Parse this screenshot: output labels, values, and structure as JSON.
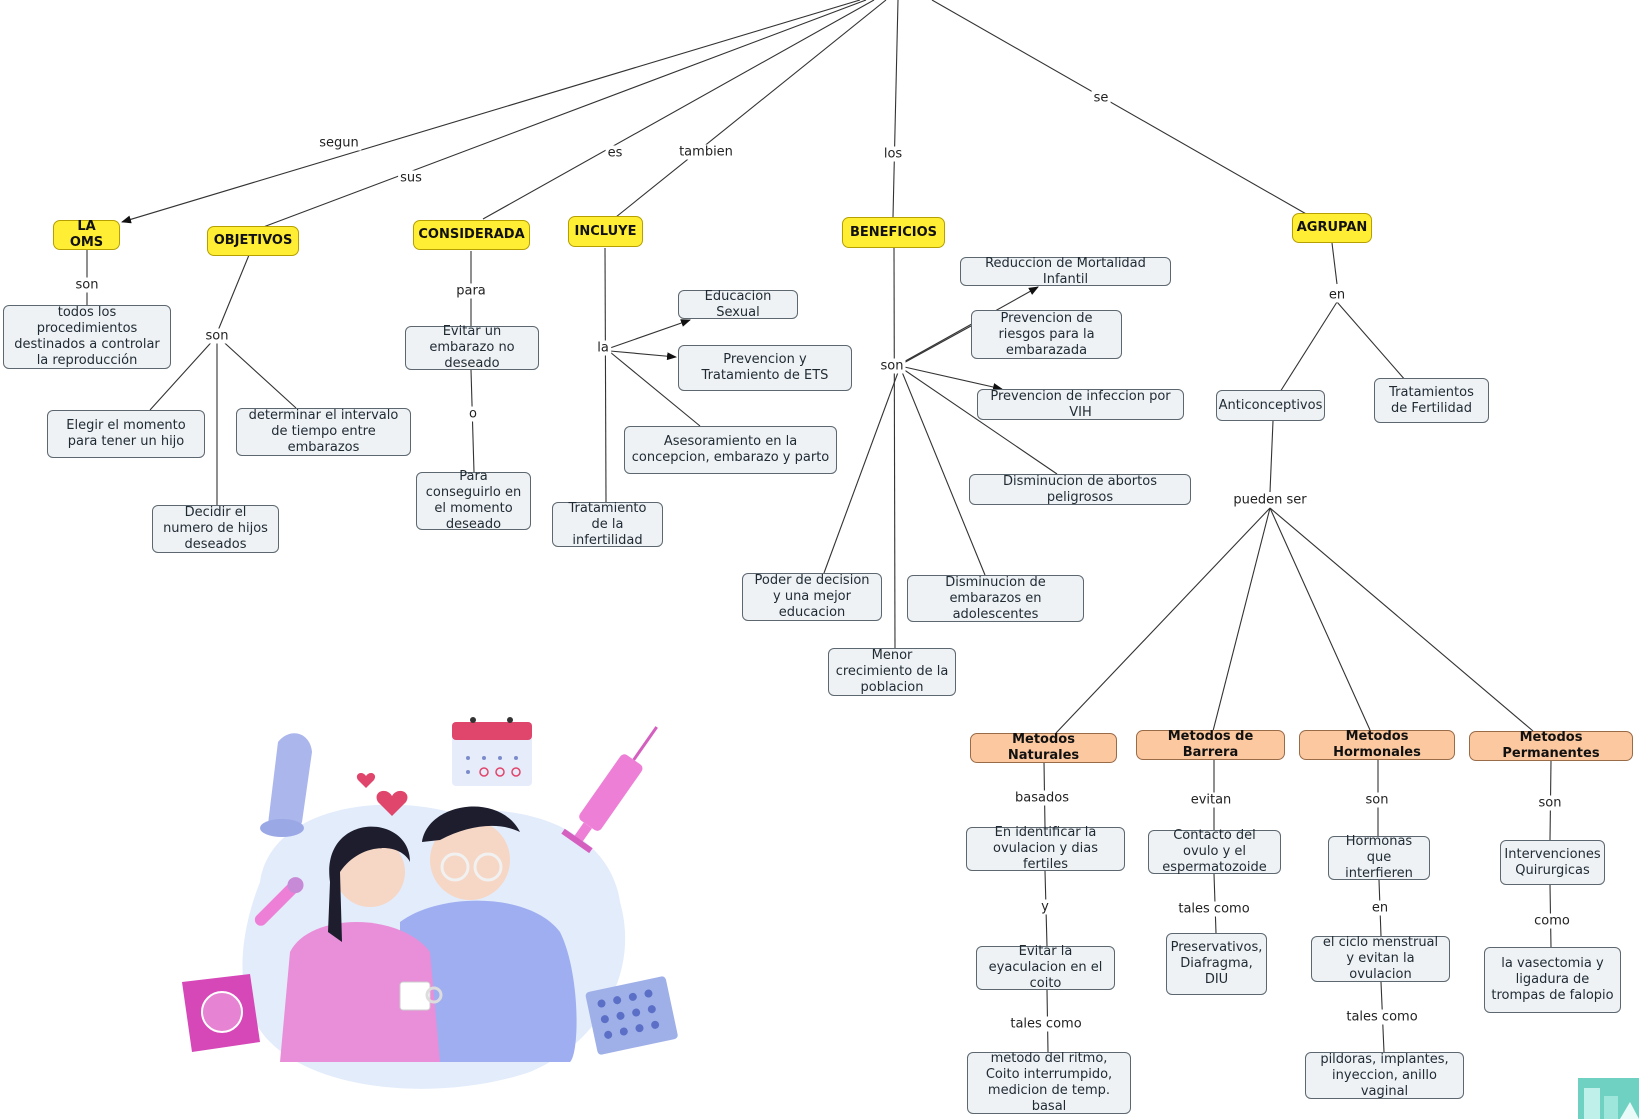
{
  "nodes": {
    "la_oms": "LA OMS",
    "objetivos": "OBJETIVOS",
    "considerada": "CONSIDERADA",
    "incluye": "INCLUYE",
    "beneficios": "BENEFICIOS",
    "agrupan": "AGRUPAN",
    "procedimientos": "todos los procedimientos destinados a controlar la reproducción",
    "elegir_momento": "Elegir el momento para tener un hijo",
    "determinar_intervalo": "determinar el intervalo de tiempo entre embarazos",
    "decidir_numero": "Decidir el numero de hijos deseados",
    "evitar_embarazo": "Evitar un embarazo no deseado",
    "para_conseguirlo": "Para conseguirlo en el momento deseado",
    "educacion_sexual": "Educacion Sexual",
    "prevencion_ets": "Prevencion y Tratamiento de ETS",
    "asesoramiento": "Asesoramiento en la concepcion, embarazo y parto",
    "infertilidad": "Tratamiento de la infertilidad",
    "mortalidad": "Reduccion de Mortalidad Infantil",
    "riesgos": "Prevencion de riesgos para la embarazada",
    "vih": "Prevencion de infeccion por VIH",
    "abortos": "Disminucion de abortos peligrosos",
    "decision": "Poder de decision y una mejor educacion",
    "adolescentes": "Disminucion de embarazos en adolescentes",
    "crecimiento": "Menor crecimiento de la poblacion",
    "anticonceptivos": "Anticonceptivos",
    "fertilidad": "Tratamientos de Fertilidad",
    "naturales": "Metodos Naturales",
    "barrera": "Metodos de Barrera",
    "hormonales": "Metodos Hormonales",
    "permanentes": "Metodos Permanentes",
    "identificar": "En identificar la ovulacion y dias fertiles",
    "eyaculacion": "Evitar la eyaculacion en el coito",
    "ritmo": "metodo del ritmo, Coito interrumpido, medicion de temp. basal",
    "contacto": "Contacto del ovulo y el espermatozoide",
    "preservativos": "Preservativos, Diafragma, DIU",
    "hormonas": "Hormonas que interfieren",
    "ciclo": "el ciclo menstrual y evitan la ovulacion",
    "pildoras": "pildoras, implantes, inyeccion, anillo vaginal",
    "intervenciones": "Intervenciones Quirurgicas",
    "vasectomia": "la vasectomia y ligadura de trompas de falopio"
  },
  "labels": {
    "segun": "segun",
    "sus": "sus",
    "es": "es",
    "tambien": "tambien",
    "los": "los",
    "se": "se",
    "son_oms": "son",
    "son_obj": "son",
    "para": "para",
    "o": "o",
    "la": "la",
    "son_ben": "son",
    "en_agr": "en",
    "pueden_ser": "pueden ser",
    "basados": "basados",
    "y": "y",
    "tales_como_nat": "tales como",
    "evitan": "evitan",
    "tales_como_bar": "tales como",
    "son_hor": "son",
    "en_hor": "en",
    "tales_como_hor": "tales como",
    "son_per": "son",
    "como": "como"
  },
  "colors": {
    "yellow_node": "#ffee33",
    "orange_node": "#fbc8a0",
    "plain_node": "#eef2f5",
    "line": "#333333"
  },
  "illustration": {
    "icons": [
      "condom-icon",
      "calendar-icon",
      "syringe-icon",
      "heart-icon",
      "thermometer-icon",
      "pill-pack-icon",
      "condom-wrapper-icon",
      "couple-illustration"
    ]
  }
}
